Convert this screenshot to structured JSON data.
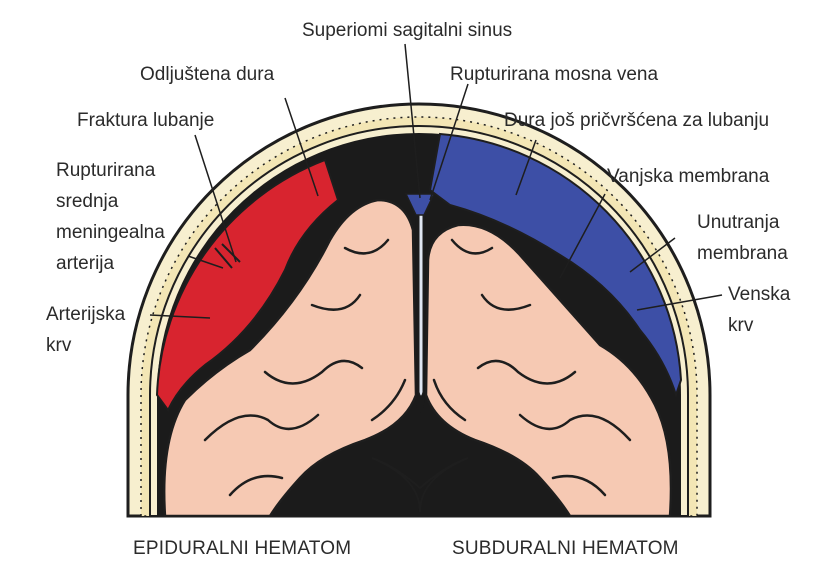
{
  "labels": {
    "superior_sagittal_sinus": "Superiomi sagitalni sinus",
    "detached_dura": "Odljuštena dura",
    "ruptured_bridging_vein": "Rupturirana mosna vena",
    "skull_fracture": "Fraktura lubanje",
    "dura_attached": "Dura još pričvršćena za lubanju",
    "ruptured_mma_line1": "Rupturirana",
    "ruptured_mma_line2": "srednja",
    "ruptured_mma_line3": "meningealna",
    "ruptured_mma_line4": "arterija",
    "outer_membrane": "Vanjska membrana",
    "inner_membrane_line1": "Unutranja",
    "inner_membrane_line2": "membrana",
    "arterial_blood_line1": "Arterijska",
    "arterial_blood_line2": "krv",
    "venous_blood_line1": "Venska",
    "venous_blood_line2": "krv"
  },
  "captions": {
    "left": "EPIDURALNI HEMATOM",
    "right": "SUBDURALNI HEMATOM"
  },
  "colors": {
    "bone": "#f7efcf",
    "outline": "#1e1e1e",
    "brain": "#f6c9b3",
    "sulcus": "#1a1a1a",
    "arterial_blood": "#d8242f",
    "venous_blood": "#3d4fa6",
    "dura": "#dfe6f2"
  }
}
